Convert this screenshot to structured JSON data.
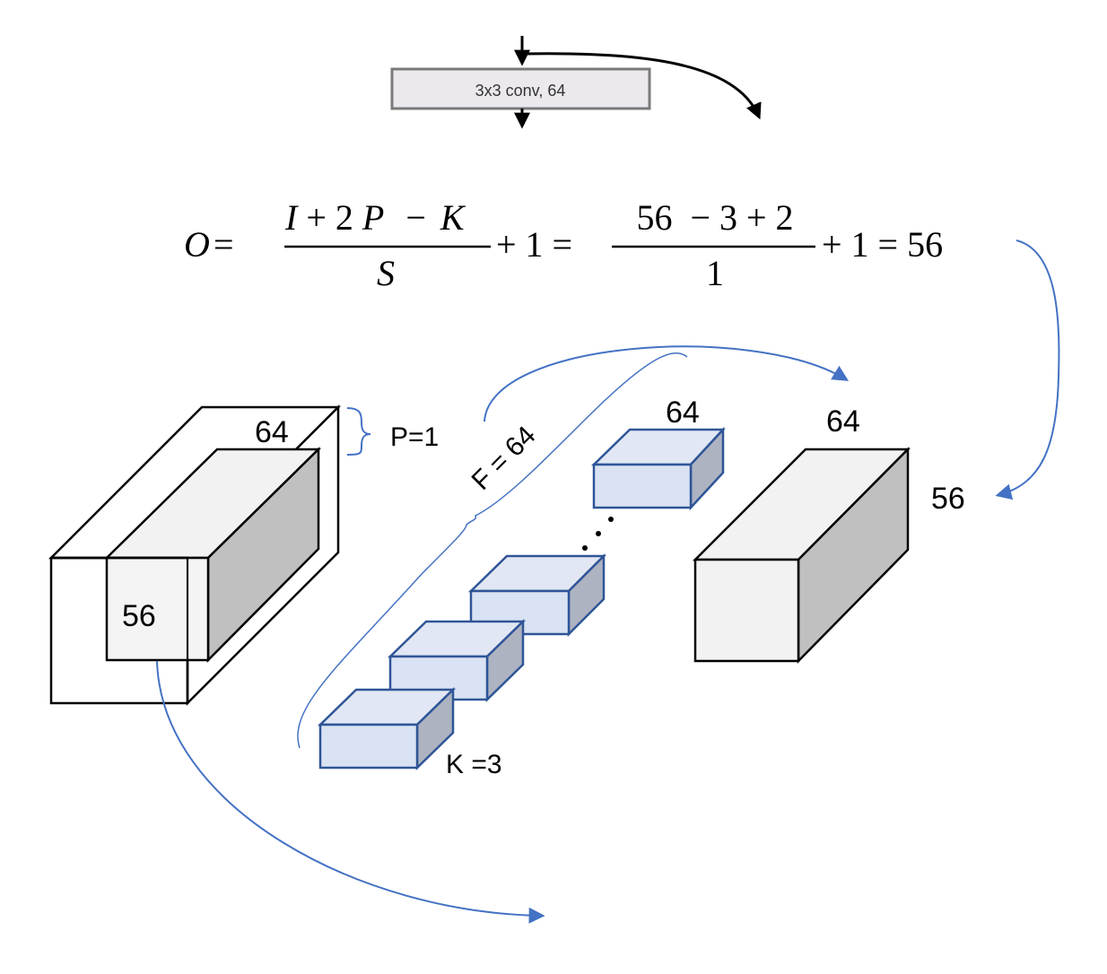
{
  "block": {
    "label": "3x3 conv, 64"
  },
  "formula": {
    "lhs": "O",
    "eq": "=",
    "general_numerator": [
      "I",
      "+ 2",
      "P",
      "−",
      "K"
    ],
    "general_denominator": "S",
    "plus_one_1": "+ 1 =",
    "numeric_numerator": "56  − 3 + 2",
    "numeric_denominator": "1",
    "plus_one_2": "+ 1 = 56"
  },
  "input_tensor": {
    "depth_label": "64",
    "size_label": "56",
    "padding_label": "P=1"
  },
  "filters": {
    "count_label": "F = 64",
    "depth_label": "64",
    "kernel_label": "K =3",
    "ellipsis": "· · ·"
  },
  "output_tensor": {
    "depth_label": "64",
    "size_label": "56"
  },
  "colors": {
    "arrow_blue": "#4472c4",
    "filter_face": "#dae3f3",
    "filter_side": "#adb3c1",
    "filter_stroke": "#2f5597",
    "tensor_face": "#f2f2f2",
    "tensor_side": "#c0c0c0",
    "block_fill": "#ebe8ee"
  }
}
